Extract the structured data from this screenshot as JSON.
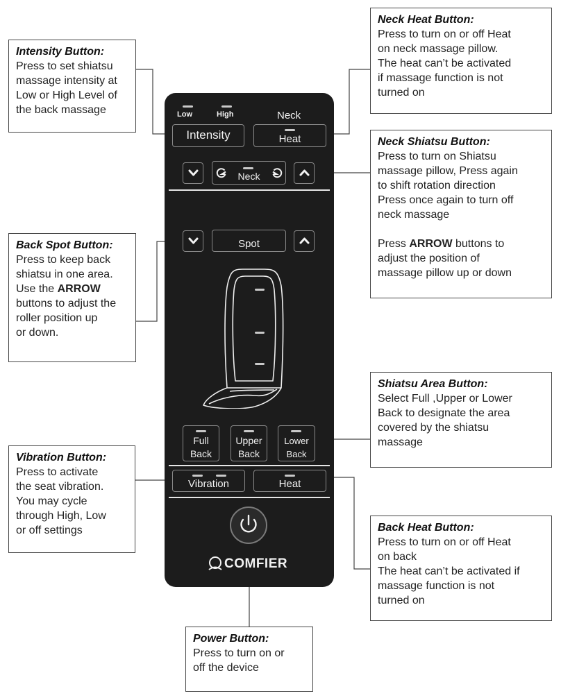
{
  "remote": {
    "low_label": "Low",
    "high_label": "High",
    "neck_label": "Neck",
    "intensity_label": "Intensity",
    "neck_heat_label": "Heat",
    "neck_shiatsu_label": "Neck",
    "spot_label": "Spot",
    "full_back_label": "Full\nBack",
    "upper_back_label": "Upper\nBack",
    "lower_back_label": "Lower\nBack",
    "vibration_label": "Vibration",
    "back_heat_label": "Heat",
    "brand": "COMFIER"
  },
  "callouts": {
    "intensity": {
      "title": "Intensity Button:",
      "text": "Press to set shiatsu\nmassage intensity at\nLow or High Level of\nthe back massage"
    },
    "neck_heat": {
      "title": "Neck Heat Button:",
      "text": "Press to turn on or off Heat\non neck massage pillow.\nThe heat can’t be activated\nif massage function is not\nturned on"
    },
    "neck_shiatsu": {
      "title": "Neck Shiatsu Button:",
      "text": "Press to turn on Shiatsu\nmassage pillow, Press again\nto shift rotation direction\nPress once again to turn off\nneck massage",
      "arrow_pre": "Press ",
      "arrow_bold": "ARROW",
      "arrow_post": " buttons to\nadjust the position of\nmassage pillow up or down"
    },
    "back_spot": {
      "title": "Back Spot Button:",
      "text_pre": "Press to keep back\nshiatsu in one area.\nUse the ",
      "text_bold": "ARROW",
      "text_post": "\nbuttons to adjust the\nroller position up\nor down."
    },
    "shiatsu_area": {
      "title": "Shiatsu Area Button:",
      "text": "Select Full ,Upper or Lower\nBack to designate the area\ncovered by the shiatsu\nmassage"
    },
    "vibration": {
      "title": "Vibration Button:",
      "text": "Press to activate\nthe seat vibration.\nYou may cycle\nthrough High, Low\nor off settings"
    },
    "back_heat": {
      "title": "Back Heat Button:",
      "text": "Press to turn on or off Heat\non back\nThe heat can’t be activated if\nmassage function is not\nturned on"
    },
    "power": {
      "title": "Power Button:",
      "text": "Press to  turn on or\noff the device"
    }
  }
}
